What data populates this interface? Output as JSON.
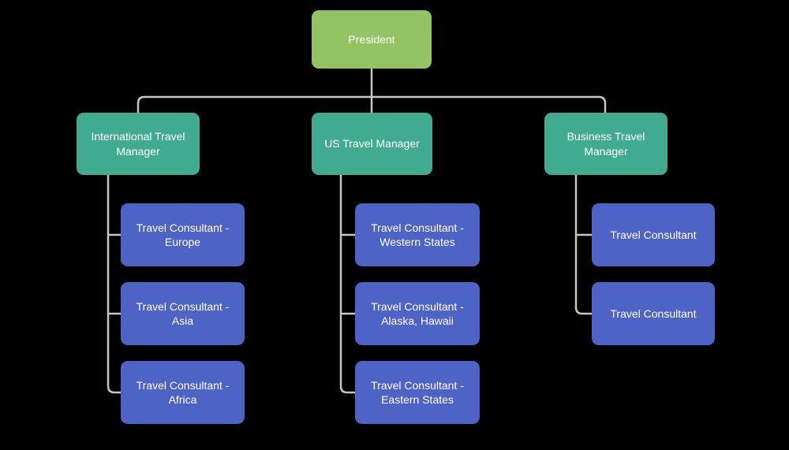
{
  "diagram": {
    "type": "org-chart",
    "title": ""
  },
  "colors": {
    "background": "#000000",
    "president": "#93c464",
    "manager": "#41ab8f",
    "consultant": "#4d63c5",
    "connector": "#c6c6c6",
    "text": "#ffffff"
  },
  "org": {
    "president": {
      "label": "President"
    },
    "managers": [
      {
        "label": "International Travel Manager",
        "children": [
          "Travel Consultant - Europe",
          "Travel Consultant - Asia",
          "Travel Consultant - Africa"
        ]
      },
      {
        "label": "US Travel Manager",
        "children": [
          "Travel Consultant - Western States",
          "Travel Consultant - Alaska, Hawaii",
          "Travel Consultant - Eastern States"
        ]
      },
      {
        "label": "Business Travel Manager",
        "children": [
          "Travel Consultant",
          "Travel Consultant"
        ]
      }
    ]
  }
}
